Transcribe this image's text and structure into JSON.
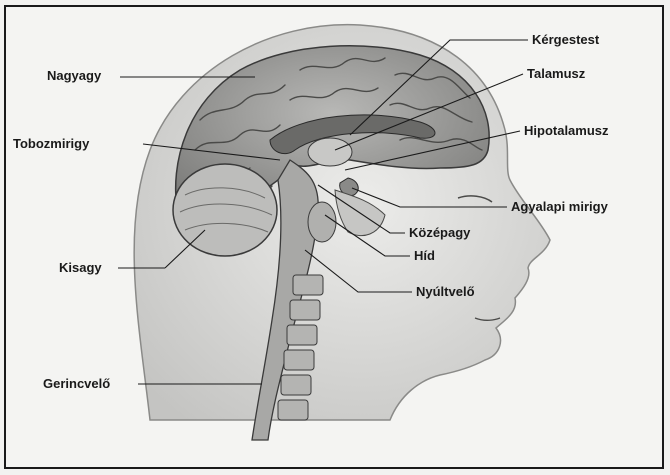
{
  "labels": {
    "nagyagy": "Nagyagy",
    "tobozmirigy": "Tobozmirigy",
    "kisagy": "Kisagy",
    "gerincvelo": "Gerincvelő",
    "kergestest": "Kérgestest",
    "talamusz": "Talamusz",
    "hipotalamusz": "Hipotalamusz",
    "agyalapi_mirigy": "Agyalapi mirigy",
    "kozepagy": "Középagy",
    "hid": "Híd",
    "nyultvelo": "Nyúltvelő"
  },
  "colors": {
    "ink": "#1a1a1a",
    "brain": "#9a9a9a",
    "skin": "#dcdcda",
    "background": "#f4f4f2"
  }
}
